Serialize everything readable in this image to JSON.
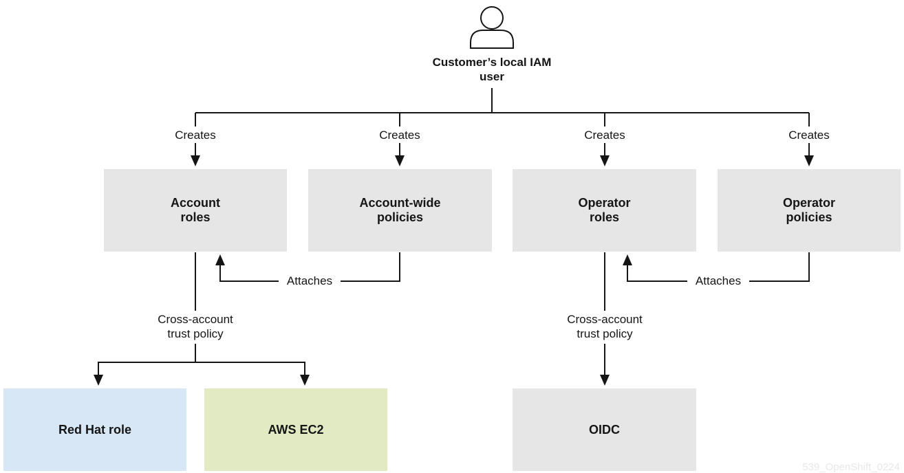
{
  "user": {
    "label": "Customer’s local IAM user",
    "icon": "user-icon"
  },
  "edges": {
    "creates_1": "Creates",
    "creates_2": "Creates",
    "creates_3": "Creates",
    "creates_4": "Creates",
    "attaches_1": "Attaches",
    "attaches_2": "Attaches",
    "cross_account_1": "Cross-account trust policy",
    "cross_account_2": "Cross-account trust policy"
  },
  "nodes": {
    "account_roles": "Account roles",
    "account_wide_policies": "Account-wide policies",
    "operator_roles": "Operator roles",
    "operator_policies": "Operator policies",
    "red_hat_role": "Red Hat role",
    "aws_ec2": "AWS EC2",
    "oidc": "OIDC"
  },
  "watermark": "539_OpenShift_0224",
  "colors": {
    "box_gray": "#e6e6e6",
    "box_blue": "#d8e7f5",
    "box_green": "#e1eac3",
    "line": "#151515"
  }
}
